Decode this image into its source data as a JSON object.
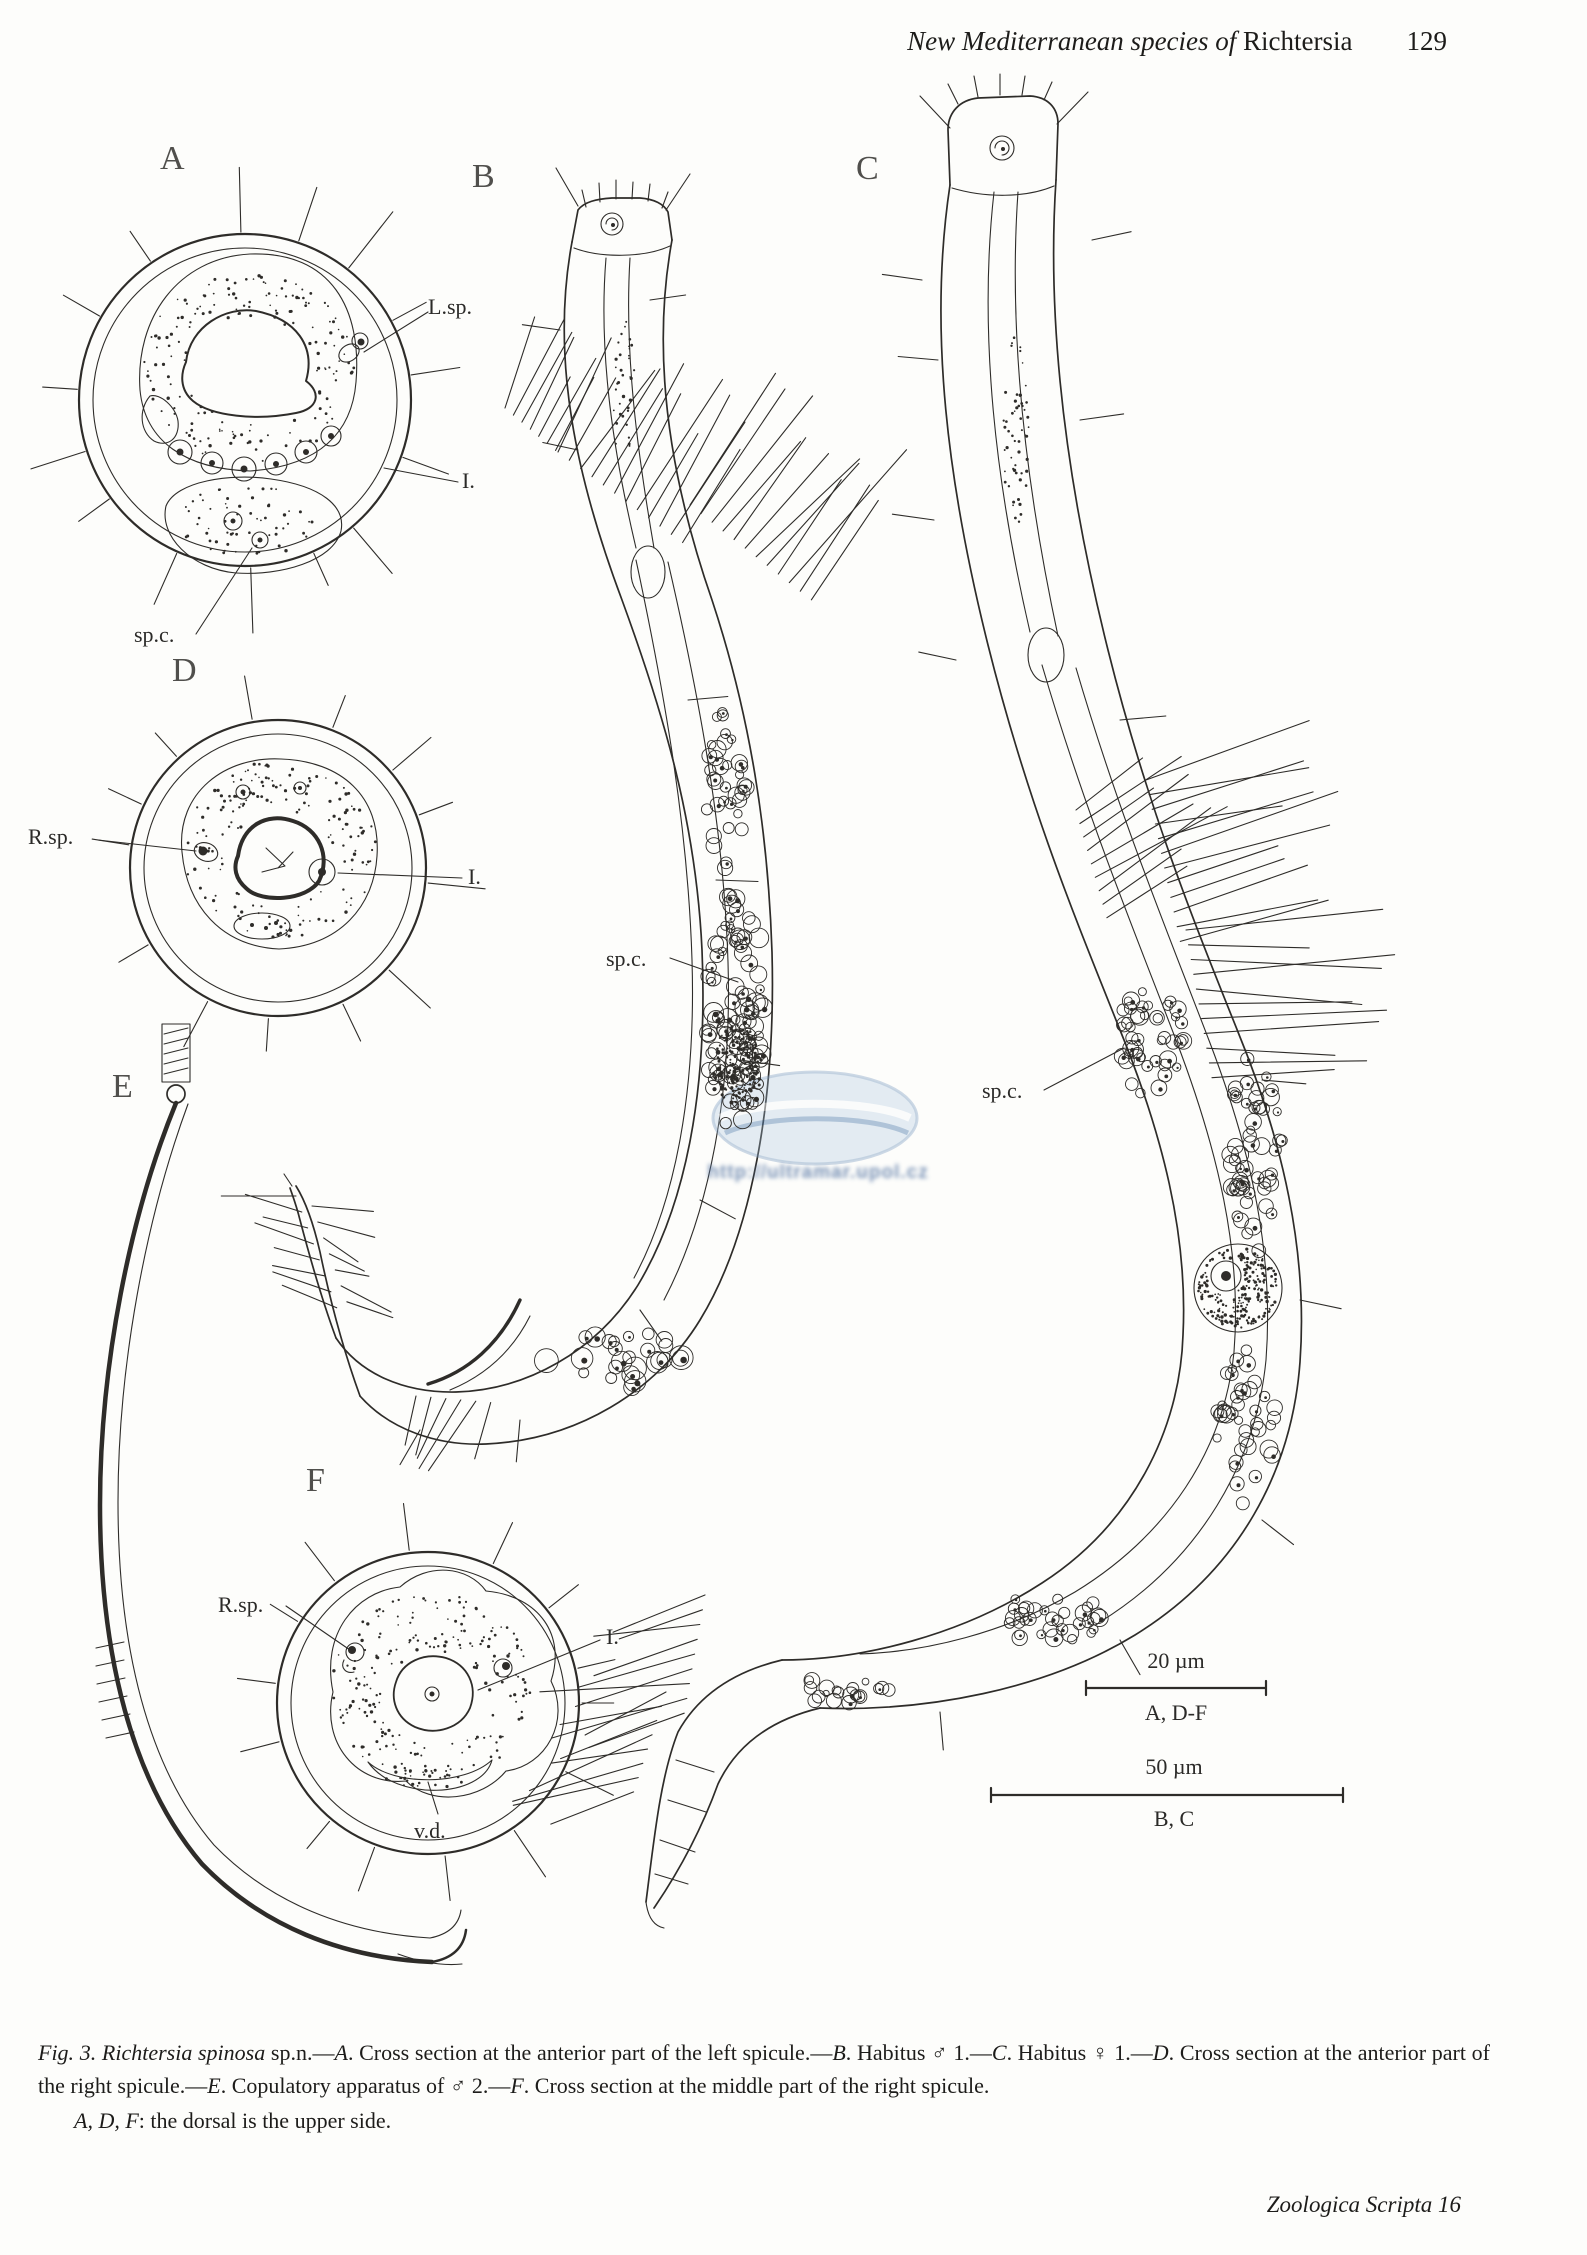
{
  "header": {
    "title_segments": [
      {
        "t": "New Mediterranean species of ",
        "i": true
      },
      {
        "t": "Richtersia",
        "i": false
      }
    ],
    "page_number": "129"
  },
  "figure": {
    "panels": {
      "a": "A",
      "b": "B",
      "c": "C",
      "d": "D",
      "e": "E",
      "f": "F"
    },
    "labels": {
      "a_left_spicule": "L.sp.",
      "a_intestine": "I.",
      "a_sperm_cells": "sp.c.",
      "d_right_spicule": "R.sp.",
      "d_intestine": "I.",
      "b_sperm_cells": "sp.c.",
      "c_sperm_cells": "sp.c.",
      "f_right_spicule": "R.sp.",
      "f_intestine": "I.",
      "f_vas_deferens": "v.d."
    },
    "scalebars": {
      "small_value": "20 µm",
      "small_applies": "A, D-F",
      "large_value": "50 µm",
      "large_applies": "B, C"
    },
    "watermark_url": "http://ultramar.upol.cz"
  },
  "caption": {
    "segments": [
      {
        "t": "Fig. 3. Richtersia spinosa ",
        "i": true
      },
      {
        "t": "sp.n.—",
        "i": false
      },
      {
        "t": "A",
        "i": true
      },
      {
        "t": ". Cross section at the anterior part of the left spicule.—",
        "i": false
      },
      {
        "t": "B",
        "i": true
      },
      {
        "t": ". Habitus ♂ 1.—",
        "i": false
      },
      {
        "t": "C",
        "i": true
      },
      {
        "t": ". Habitus ♀ 1.—",
        "i": false
      },
      {
        "t": "D",
        "i": true
      },
      {
        "t": ". Cross section at the anterior part of the right spicule.—",
        "i": false
      },
      {
        "t": "E",
        "i": true
      },
      {
        "t": ". Copulatory apparatus of ♂ 2.—",
        "i": false
      },
      {
        "t": "F",
        "i": true
      },
      {
        "t": ". Cross section at the middle part of the right spicule.",
        "i": false
      }
    ],
    "note_segments": [
      {
        "t": "A, D, F",
        "i": true
      },
      {
        "t": ": the dorsal is the upper side.",
        "i": false
      }
    ]
  },
  "footer": {
    "journal": "Zoologica Scripta 16"
  }
}
